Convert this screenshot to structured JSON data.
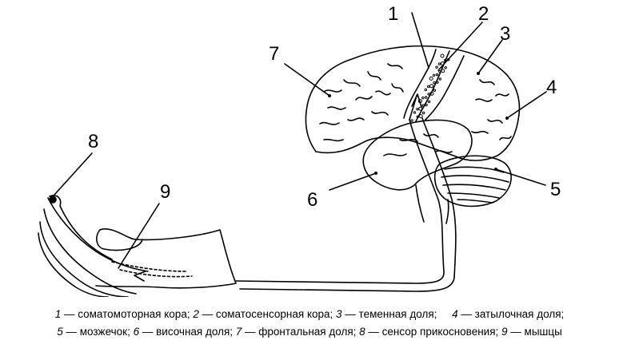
{
  "labels": {
    "n1": "1",
    "n2": "2",
    "n3": "3",
    "n4": "4",
    "n5": "5",
    "n6": "6",
    "n7": "7",
    "n8": "8",
    "n9": "9"
  },
  "caption": {
    "line1": [
      {
        "num": "1",
        "text": " — соматомоторная кора; "
      },
      {
        "num": "2",
        "text": " — соматосенсорная кора; "
      },
      {
        "num": "3",
        "text": " — теменная доля;     "
      },
      {
        "num": "4",
        "text": " — затылочная доля;"
      }
    ],
    "line2": [
      {
        "num": "5",
        "text": " — мозжечок; "
      },
      {
        "num": "6",
        "text": " — височная доля; "
      },
      {
        "num": "7",
        "text": " — фронтальная доля; "
      },
      {
        "num": "8",
        "text": " — сенсор прикосновения; "
      },
      {
        "num": "9",
        "text": " — мышцы"
      }
    ]
  }
}
